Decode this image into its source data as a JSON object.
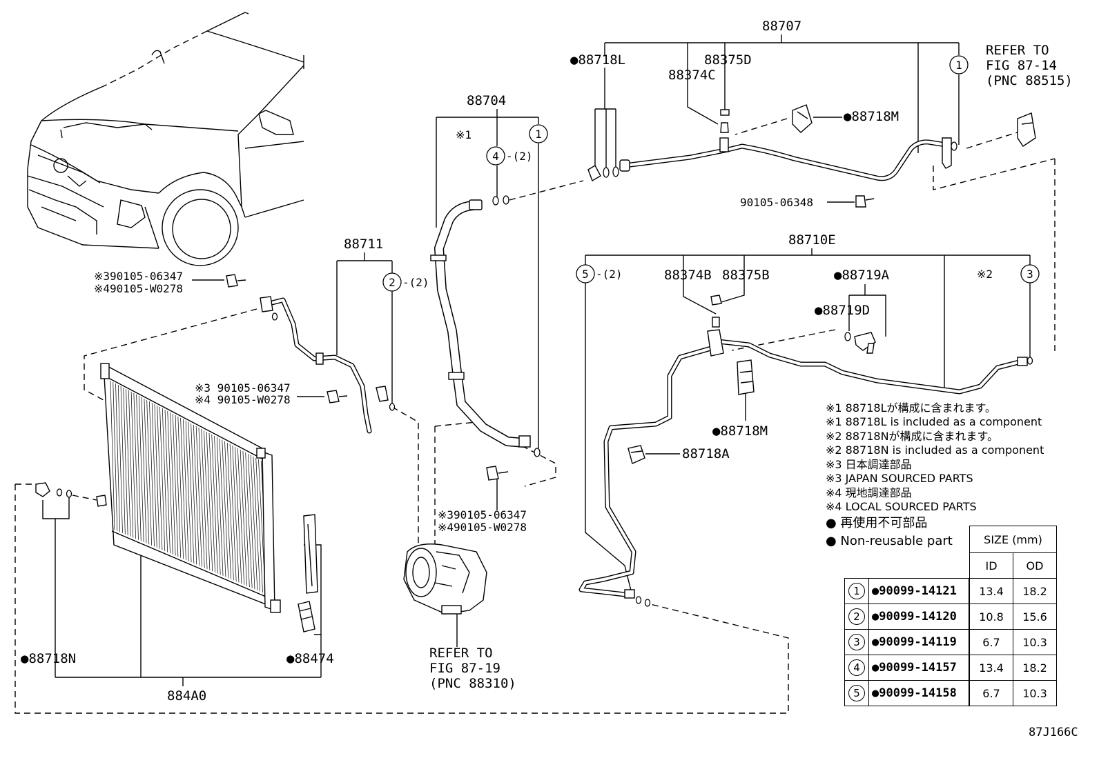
{
  "labels": {
    "p88707": "88707",
    "p88718L": "●88718L",
    "p88375D": "88375D",
    "p88374C": "88374C",
    "p88718M_top": "●88718M",
    "refer_top_1": "REFER TO",
    "refer_top_2": "FIG 87-14",
    "refer_top_3": "(PNC 88515)",
    "p90105_06348": "90105-06348",
    "p88704": "88704",
    "mark1": "※1",
    "c4_qty": "-(2)",
    "p88711": "88711",
    "c2_qty": "-(2)",
    "b1a": "※390105-06347",
    "b1b": "※490105-W0278",
    "b2a": "※3 90105-06347",
    "b2b": "※4 90105-W0278",
    "b3a": "※390105-06347",
    "b3b": "※490105-W0278",
    "p88710E": "88710E",
    "c5_qty": "-(2)",
    "p88374B": "88374B",
    "p88375B": "88375B",
    "p88719A": "●88719A",
    "p88719D": "●88719D",
    "mark2": "※2",
    "p88718M_mid": "●88718M",
    "p88718A": "88718A",
    "p88718N": "●88718N",
    "p88474": "●88474",
    "p884A0": "884A0",
    "refer_bot_1": "REFER TO",
    "refer_bot_2": "FIG 87-19",
    "refer_bot_3": "(PNC 88310)",
    "circle1": "1",
    "circle2": "2",
    "circle3": "3",
    "circle4": "4",
    "circle5": "5"
  },
  "notes": [
    "※1 88718Lが構成に含まれます。",
    "※1 88718L is included as a component",
    "※2 88718Nが構成に含まれます。",
    "※2 88718N is included as a component",
    "※3 日本調達部品",
    "※3 JAPAN SOURCED PARTS",
    "※4 現地調達部品",
    "※4 LOCAL SOURCED PARTS",
    "● 再使用不可部品",
    "● Non-reusable part"
  ],
  "size_table": {
    "header": "SIZE (mm)",
    "col_id": "ID",
    "col_od": "OD",
    "rows": [
      {
        "num": "1",
        "part": "●90099-14121",
        "id": "13.4",
        "od": "18.2"
      },
      {
        "num": "2",
        "part": "●90099-14120",
        "id": "10.8",
        "od": "15.6"
      },
      {
        "num": "3",
        "part": "●90099-14119",
        "id": "6.7",
        "od": "10.3"
      },
      {
        "num": "4",
        "part": "●90099-14157",
        "id": "13.4",
        "od": "18.2"
      },
      {
        "num": "5",
        "part": "●90099-14158",
        "id": "6.7",
        "od": "10.3"
      }
    ]
  },
  "figure_code": "87J166C"
}
